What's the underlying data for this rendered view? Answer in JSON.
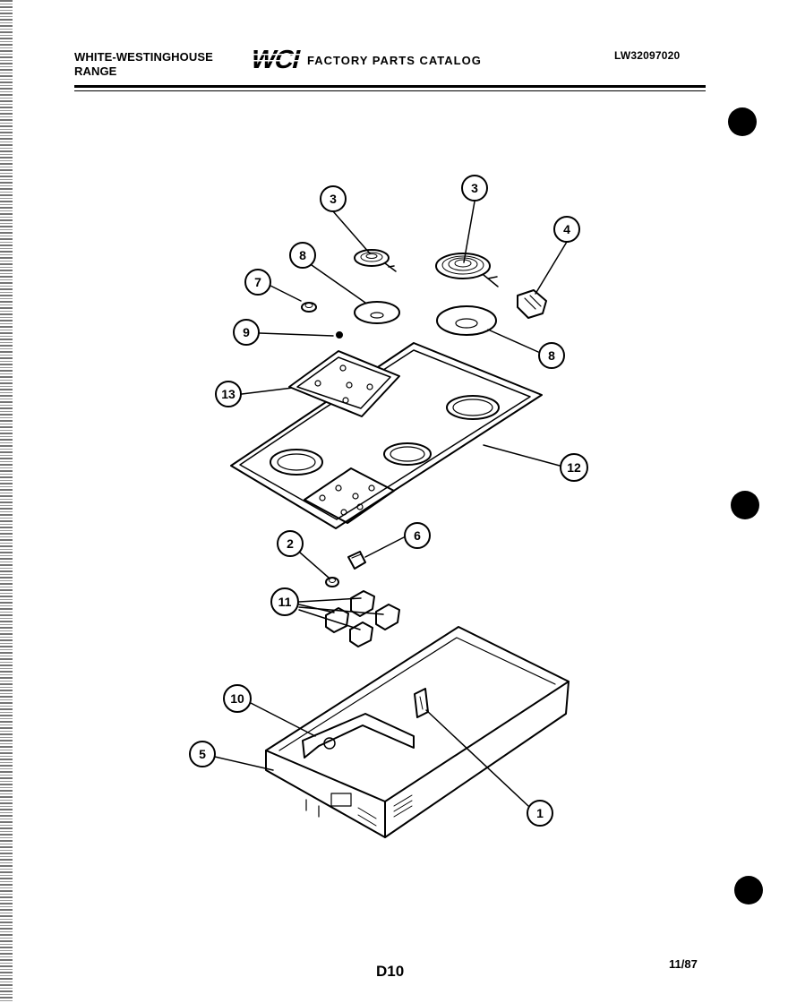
{
  "header": {
    "brand_line1": "WHITE-WESTINGHOUSE",
    "brand_line2": "RANGE",
    "logo_text": "WCI",
    "catalog_title": "FACTORY PARTS CATALOG",
    "catalog_number": "LW32097020"
  },
  "callouts": [
    {
      "id": "c3a",
      "label": "3"
    },
    {
      "id": "c3b",
      "label": "3"
    },
    {
      "id": "c4",
      "label": "4"
    },
    {
      "id": "c8a",
      "label": "8"
    },
    {
      "id": "c7",
      "label": "7"
    },
    {
      "id": "c9",
      "label": "9"
    },
    {
      "id": "c8b",
      "label": "8"
    },
    {
      "id": "c13",
      "label": "13"
    },
    {
      "id": "c12",
      "label": "12"
    },
    {
      "id": "c2",
      "label": "2"
    },
    {
      "id": "c6",
      "label": "6"
    },
    {
      "id": "c11",
      "label": "11"
    },
    {
      "id": "c10",
      "label": "10"
    },
    {
      "id": "c5",
      "label": "5"
    },
    {
      "id": "c1",
      "label": "1"
    }
  ],
  "footer": {
    "page_code": "D10",
    "date": "11/87"
  }
}
